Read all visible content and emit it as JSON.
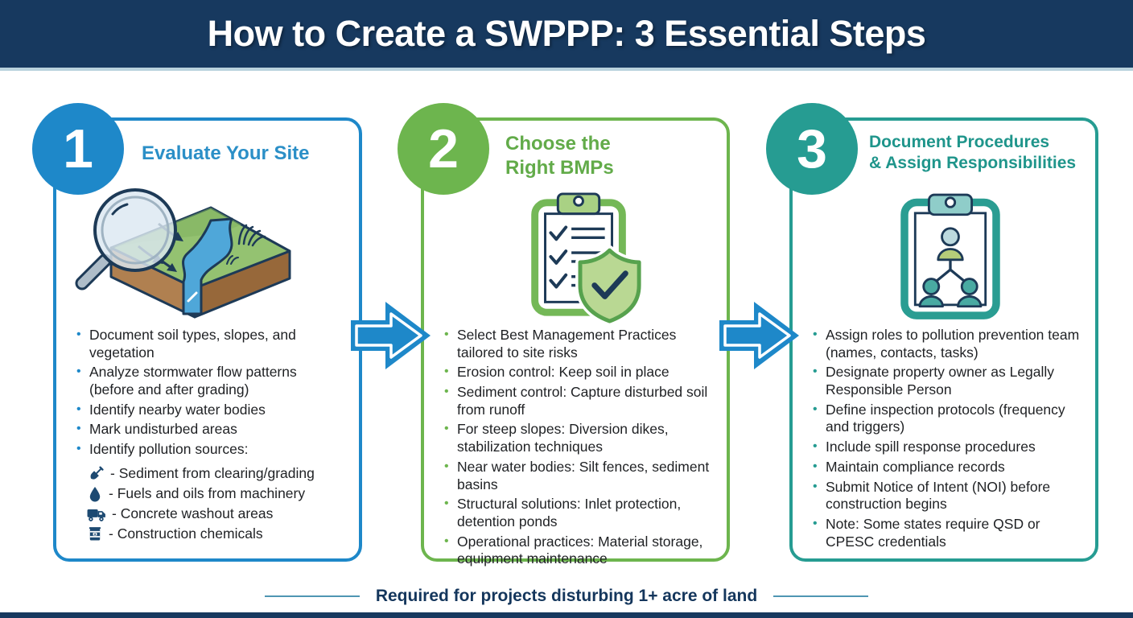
{
  "header": {
    "title": "How to Create a SWPPP: 3 Essential Steps"
  },
  "steps": [
    {
      "number": "1",
      "title": "Evaluate Your Site",
      "title_lines": [
        "Evaluate Your Site"
      ],
      "accent_color": "#1e88c9",
      "icon": "site-terrain-magnifier-icon",
      "bullets": [
        "Document soil types, slopes, and vegetation",
        "Analyze stormwater flow patterns (before and after grading)",
        "Identify nearby water bodies",
        "Mark undisturbed areas",
        "Identify pollution sources:"
      ],
      "pollution_sources": [
        {
          "icon": "shovel-icon",
          "text": "- Sediment from clearing/grading"
        },
        {
          "icon": "droplet-icon",
          "text": "- Fuels and oils from machinery"
        },
        {
          "icon": "concrete-truck-icon",
          "text": "- Concrete washout areas"
        },
        {
          "icon": "chemical-drum-icon",
          "text": "- Construction chemicals"
        }
      ]
    },
    {
      "number": "2",
      "title": "Choose the Right BMPs",
      "title_lines": [
        "Choose the",
        "Right BMPs"
      ],
      "accent_color": "#6db54e",
      "icon": "checklist-shield-icon",
      "bullets": [
        "Select Best Management Practices tailored to site risks",
        "Erosion control: Keep soil in place",
        "Sediment control: Capture disturbed soil from runoff",
        "For steep slopes: Diversion dikes, stabilization techniques",
        "Near water bodies: Silt fences, sediment basins",
        "Structural solutions: Inlet protection, detention ponds",
        "Operational practices: Material storage, equipment maintenance"
      ]
    },
    {
      "number": "3",
      "title": "Document Procedures & Assign Responsibilities",
      "title_lines": [
        "Document Procedures",
        "& Assign Responsibilities"
      ],
      "accent_color": "#269c92",
      "icon": "team-org-chart-clipboard-icon",
      "bullets": [
        "Assign roles to pollution prevention team (names, contacts, tasks)",
        "Designate property owner as Legally Responsible Person",
        "Define inspection protocols (frequency and triggers)",
        "Include spill response procedures",
        "Maintain compliance records",
        "Submit Notice of Intent (NOI) before construction begins",
        "Note: Some states require QSD or CPESC credentials"
      ]
    }
  ],
  "footer": {
    "note": "Required for projects disturbing 1+ acre of land"
  },
  "colors": {
    "header_bg": "#17395f",
    "step1_accent": "#1e88c9",
    "step2_accent": "#6db54e",
    "step3_accent": "#269c92",
    "arrow": "#1e88c9",
    "body_text": "#1f2124",
    "footer_text": "#14365c",
    "footer_rule": "#4f96b3"
  }
}
